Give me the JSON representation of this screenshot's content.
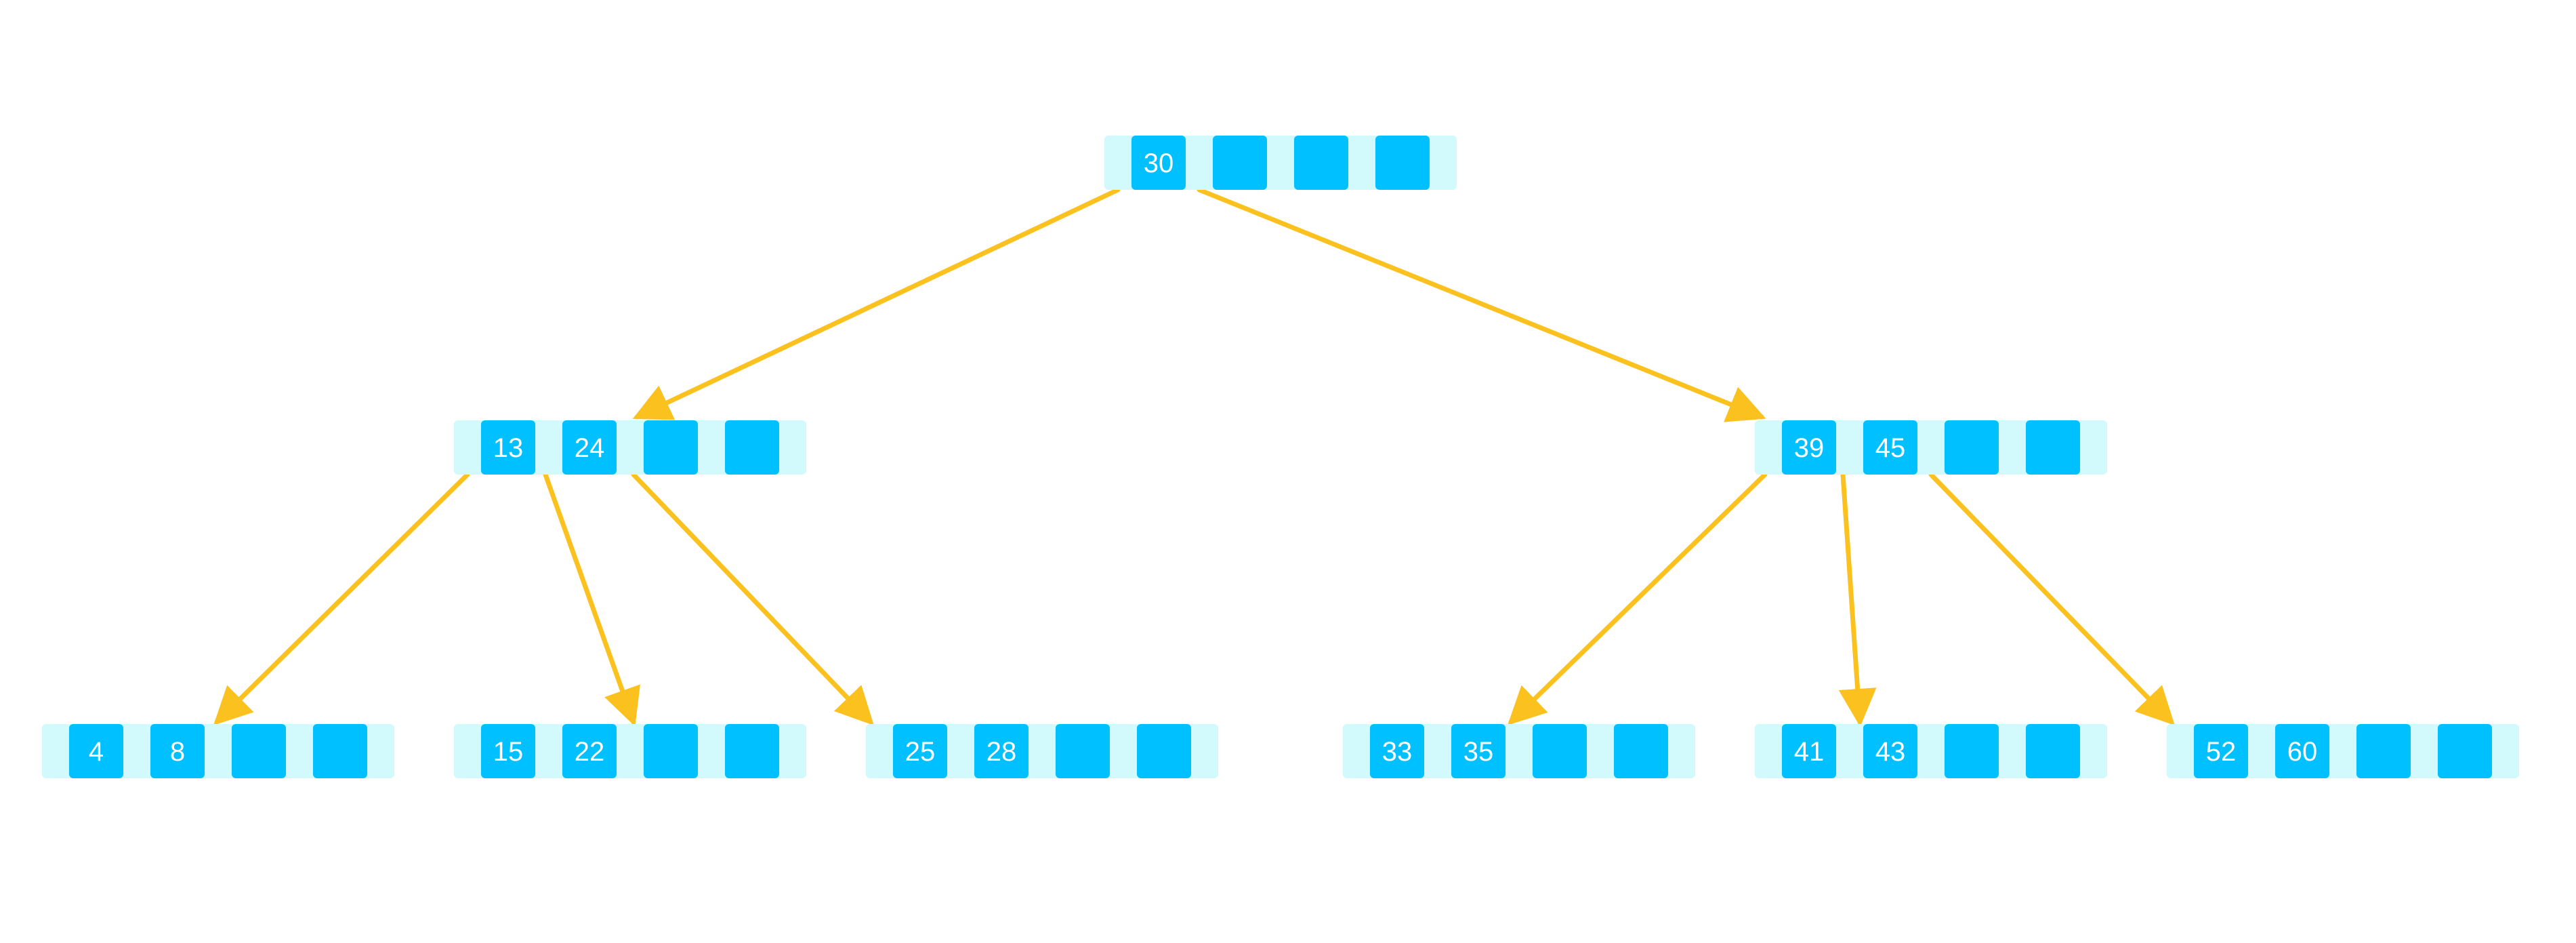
{
  "colors": {
    "node_bg": "#D2FAFC",
    "key_slot": "#00C0FF",
    "key_text": "#FFFFFF",
    "edge": "#FBC21F"
  },
  "tree": {
    "root": {
      "keys": [
        "30",
        "",
        "",
        ""
      ]
    },
    "level1": [
      {
        "keys": [
          "13",
          "24",
          "",
          ""
        ]
      },
      {
        "keys": [
          "39",
          "45",
          "",
          ""
        ]
      }
    ],
    "leaves": [
      {
        "keys": [
          "4",
          "8",
          "",
          ""
        ]
      },
      {
        "keys": [
          "15",
          "22",
          "",
          ""
        ]
      },
      {
        "keys": [
          "25",
          "28",
          "",
          ""
        ]
      },
      {
        "keys": [
          "33",
          "35",
          "",
          ""
        ]
      },
      {
        "keys": [
          "41",
          "43",
          "",
          ""
        ]
      },
      {
        "keys": [
          "52",
          "60",
          "",
          ""
        ]
      }
    ]
  }
}
